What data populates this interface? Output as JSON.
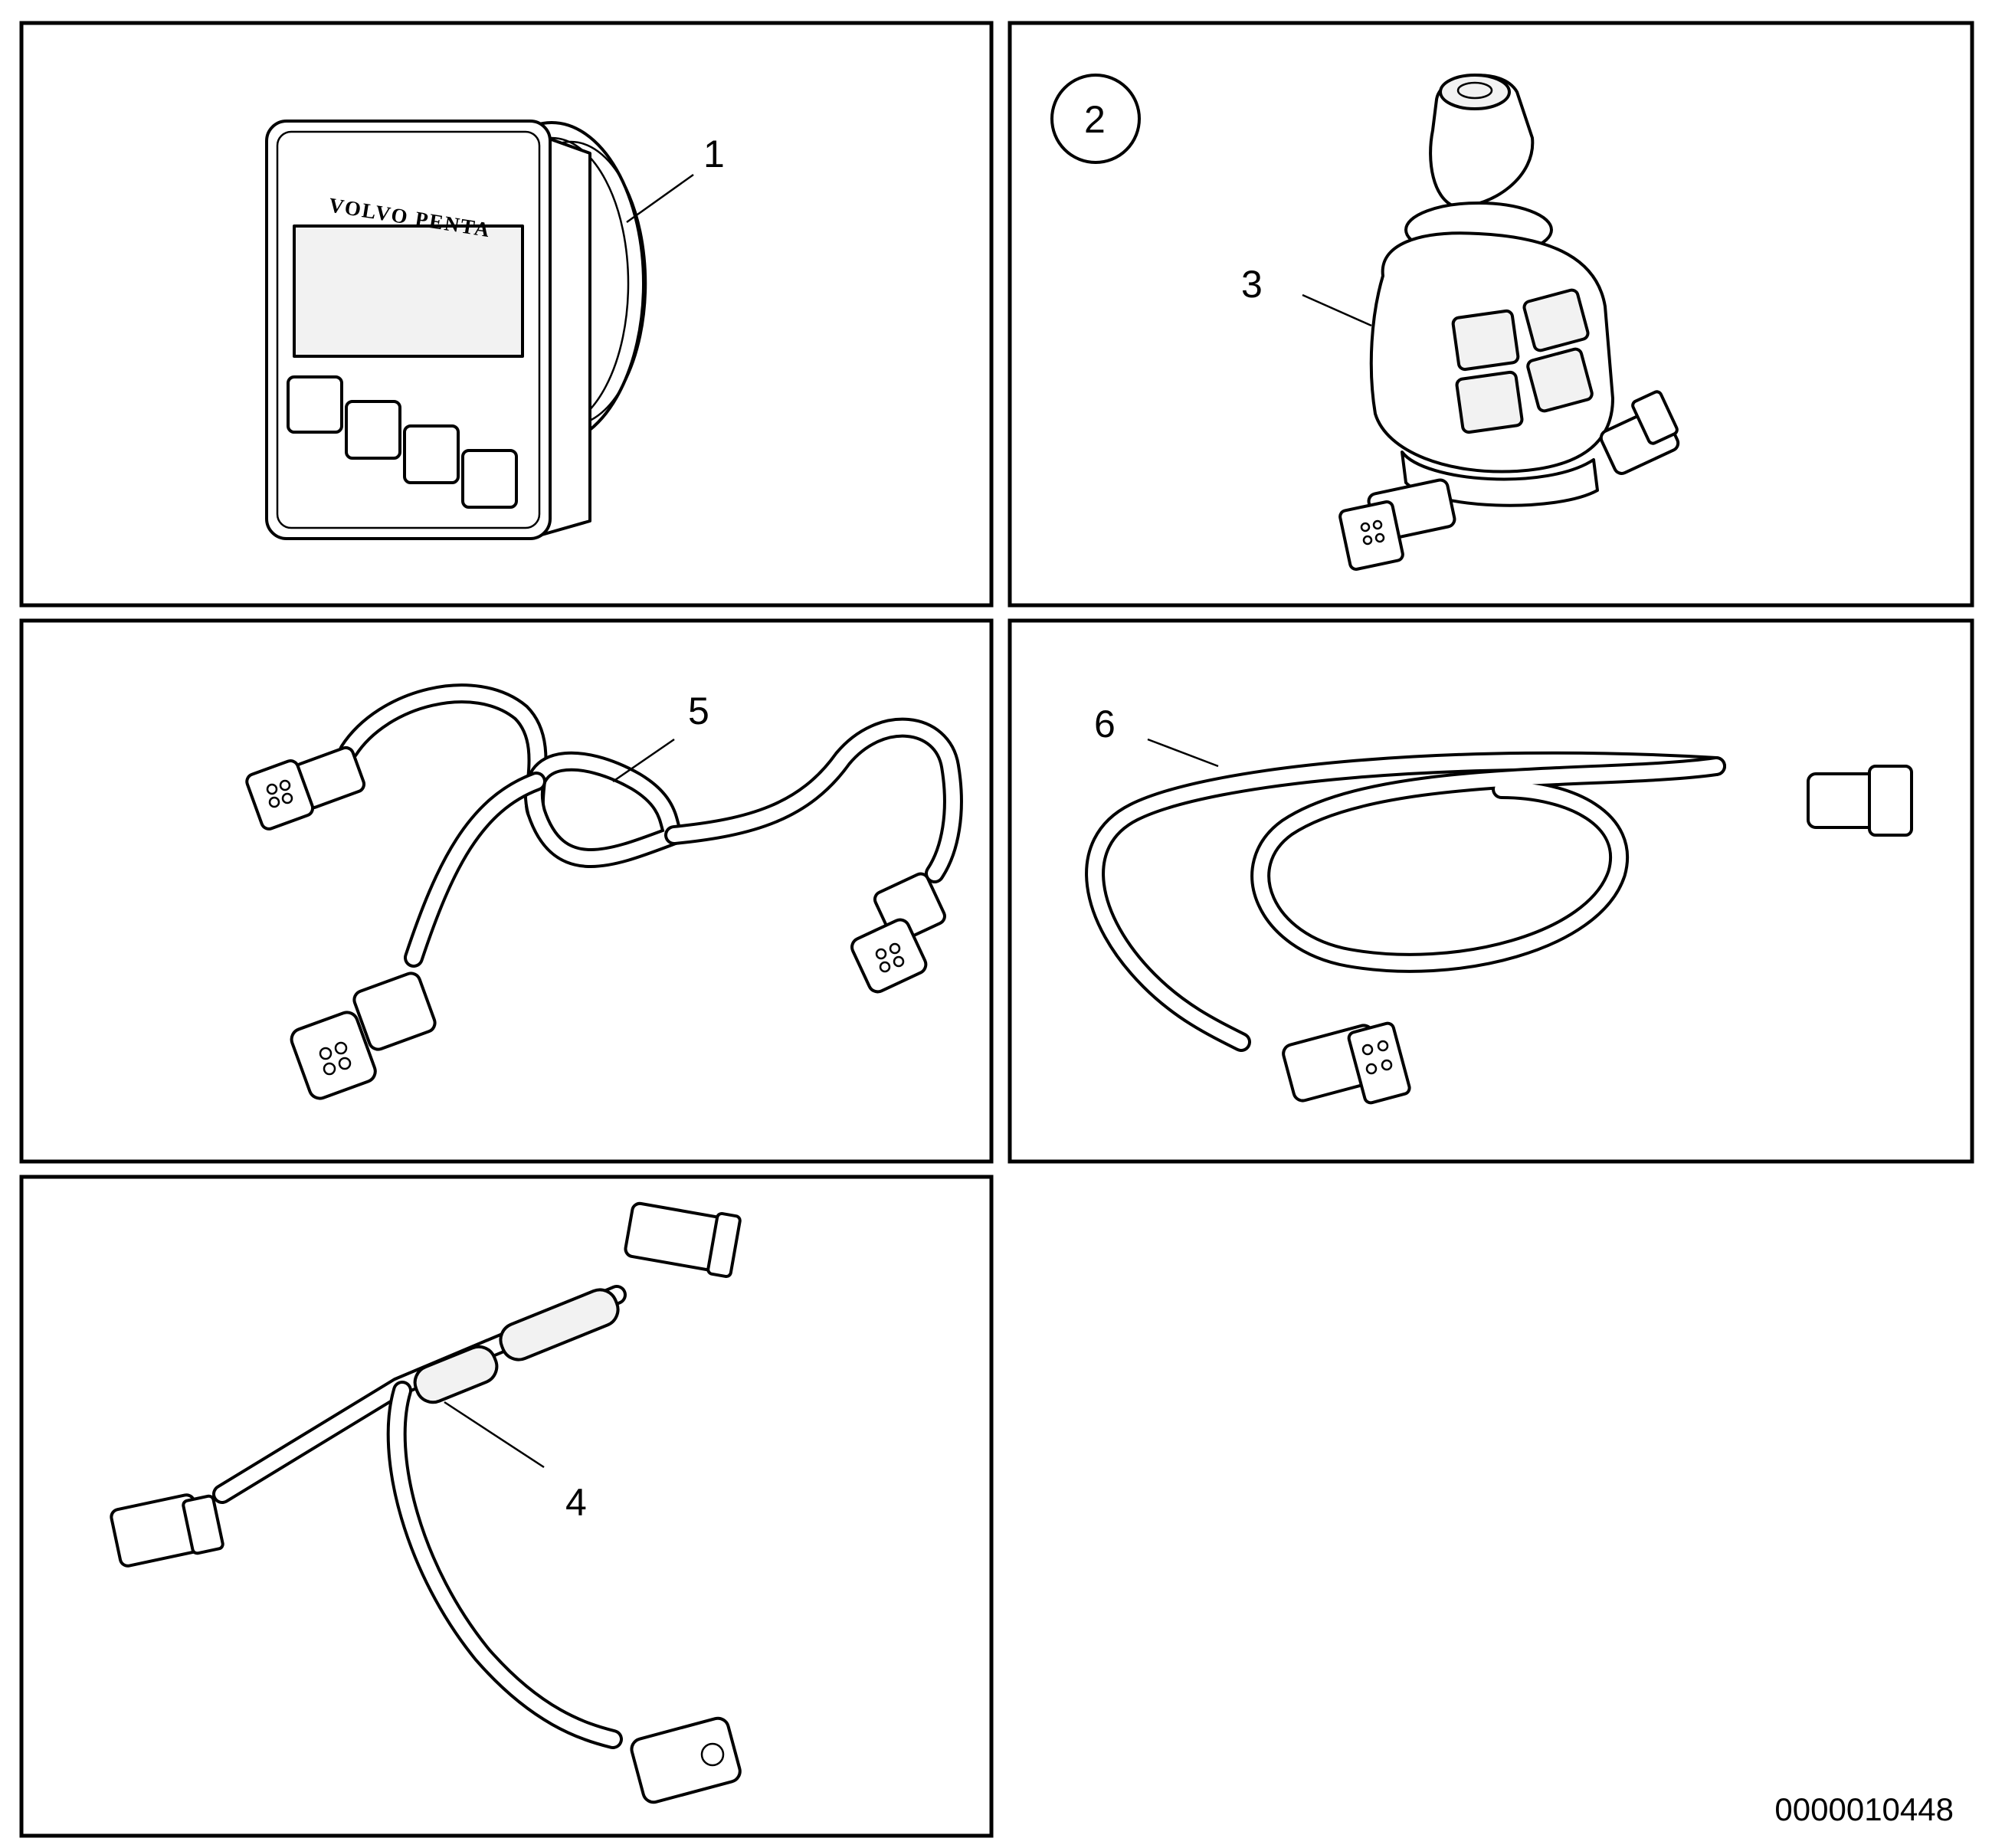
{
  "display": {
    "brand_text": "VOLVO PENTA"
  },
  "callouts": {
    "display_unit": "1",
    "group_marker": "2",
    "joystick": "3",
    "harness_y_long": "4",
    "harness_y_short": "5",
    "extension_cable": "6"
  },
  "document_id": "0000010448"
}
